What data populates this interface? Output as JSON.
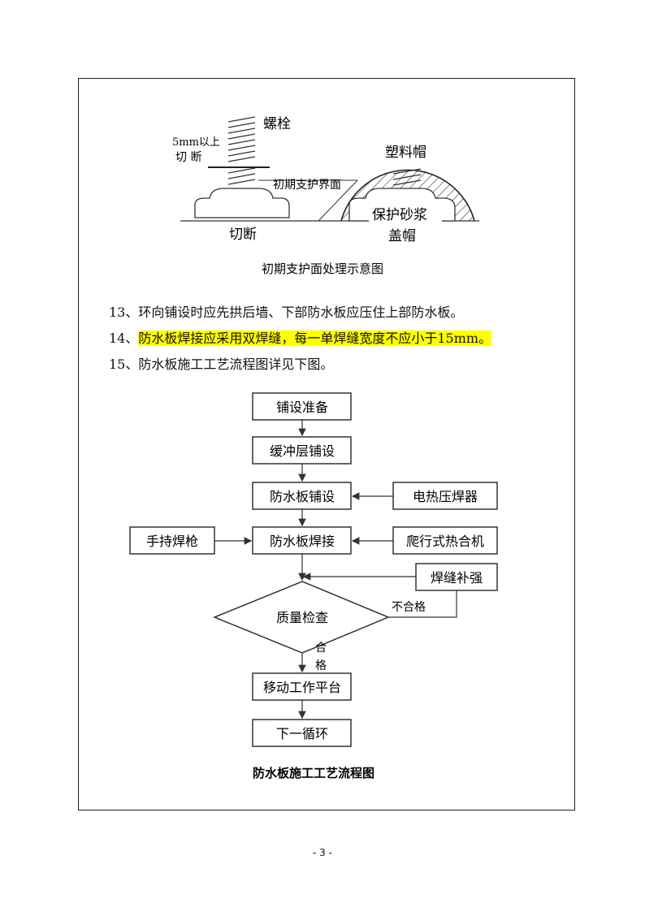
{
  "figure1": {
    "label_bolt": "螺栓",
    "label_cut_note_1": "5mm以上",
    "label_cut_note_2": "切 断",
    "label_support_surface": "初期支护界面",
    "label_plastic_cap": "塑料帽",
    "label_mortar": "保护砂浆",
    "label_cap": "盖帽",
    "label_cut": "切断",
    "caption": "初期支护面处理示意图"
  },
  "items": [
    {
      "num": "13、",
      "text": "环向铺设时应先拱后墙、下部防水板应压住上部防水板。",
      "highlight": false
    },
    {
      "num": "14、",
      "text": "防水板焊接应采用双焊缝，每一单焊缝宽度不应小于15mm。",
      "highlight": true
    },
    {
      "num": "15、",
      "text": "防水板施工工艺流程图详见下图。",
      "highlight": false
    }
  ],
  "flowchart": {
    "step1": "铺设准备",
    "step2": "缓冲层铺设",
    "step3": "防水板铺设",
    "step4": "防水板焊接",
    "decision": "质量检查",
    "step5": "移动工作平台",
    "step6": "下一循环",
    "side_hot_press": "电热压焊器",
    "side_hand_gun": "手持焊枪",
    "side_crawler": "爬行式热合机",
    "side_reinforce": "焊缝补强",
    "label_fail": "不合格",
    "label_pass_1": "合",
    "label_pass_2": "格",
    "caption": "防水板施工工艺流程图"
  },
  "page_number": "- 3 -"
}
